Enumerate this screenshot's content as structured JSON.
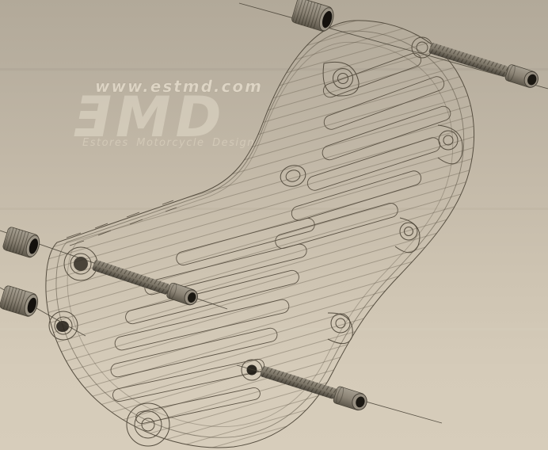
{
  "watermark": {
    "url": "www.estmd.com",
    "logo": "ƎMD",
    "tagline": "Estores Motorcycle Design"
  },
  "scene": {
    "subject": "engine-cover-exploded-view",
    "colors": {
      "background_top": "#b2a999",
      "background_bottom": "#d7cdbb",
      "wireframe_line": "#564e40",
      "metal_light": "#a49d8f",
      "metal_dark": "#4e4940",
      "socket_hole": "#1b1812",
      "watermark_text": "#e3dbc7"
    }
  }
}
